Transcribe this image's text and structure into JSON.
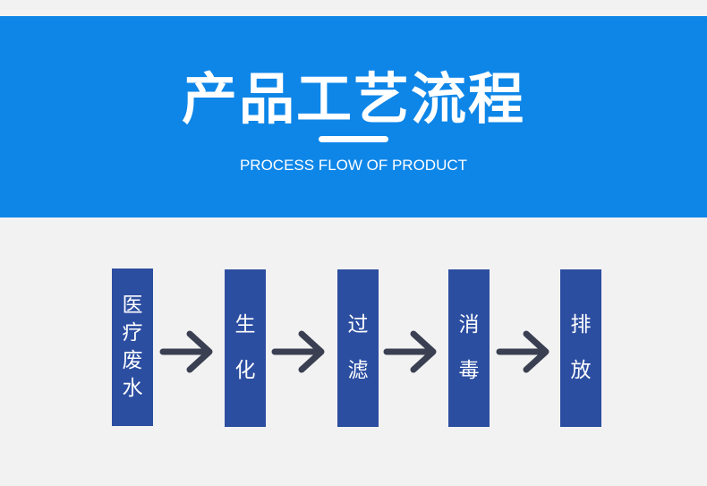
{
  "header": {
    "title": "产品工艺流程",
    "subtitle": "PROCESS FLOW OF PRODUCT"
  },
  "steps": [
    {
      "label": "医疗废水",
      "chars": [
        "医",
        "疗",
        "废",
        "水"
      ]
    },
    {
      "label": "生化",
      "chars": [
        "生",
        "化"
      ]
    },
    {
      "label": "过滤",
      "chars": [
        "过",
        "滤"
      ]
    },
    {
      "label": "消毒",
      "chars": [
        "消",
        "毒"
      ]
    },
    {
      "label": "排放",
      "chars": [
        "排",
        "放"
      ]
    }
  ],
  "colors": {
    "banner": "#0e86e8",
    "step_box": "#2c4ea1",
    "arrow": "#3a3f52",
    "background": "#f2f2f2"
  }
}
